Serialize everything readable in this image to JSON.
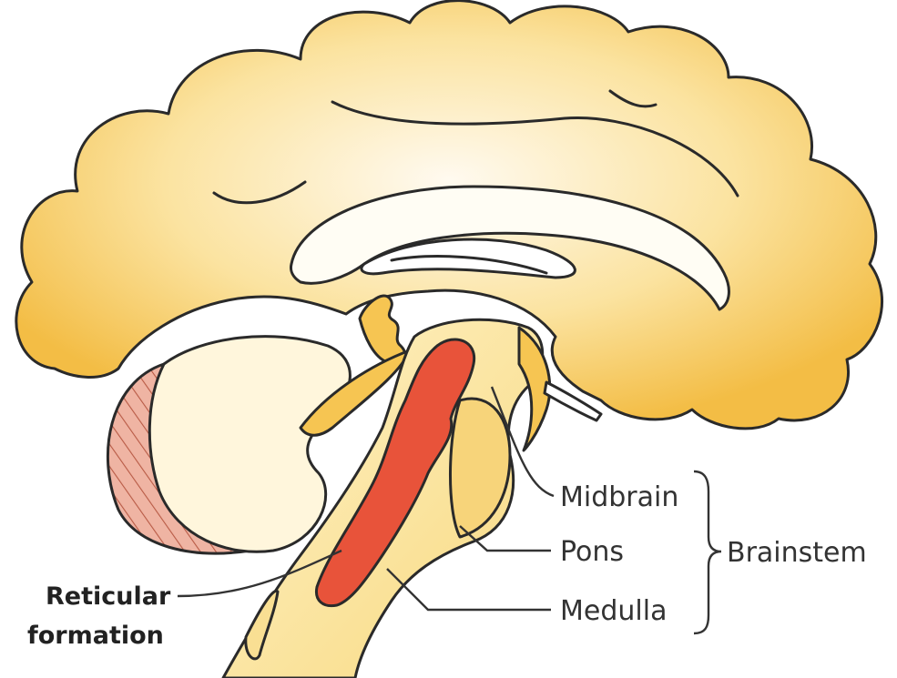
{
  "colors": {
    "cortex": "#f6c552",
    "cortex_light": "#fff4d2",
    "brainstem": "#f9df93",
    "reticular_formation": "#e8533a",
    "cerebellum_hatch": "#e9a18f",
    "outline": "#2a2a2a"
  },
  "labels": {
    "midbrain": "Midbrain",
    "pons": "Pons",
    "medulla": "Medulla",
    "brainstem": "Brainstem",
    "reticular_line1": "Reticular",
    "reticular_line2": "formation"
  }
}
